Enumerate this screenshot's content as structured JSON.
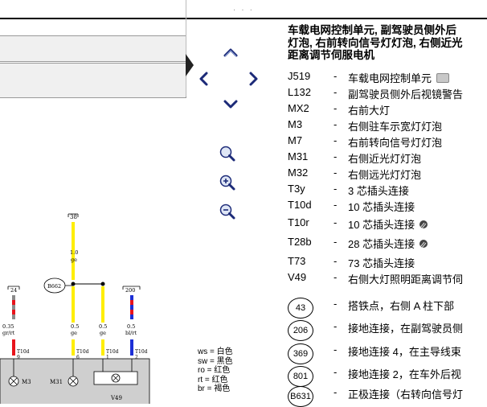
{
  "toolbar": {
    "dots": "· · ·"
  },
  "nav": {
    "up_icon": "chevron-up-icon",
    "down_icon": "chevron-down-icon",
    "left_icon": "chevron-left-icon",
    "right_icon": "chevron-right-icon",
    "zoom_fit_icon": "magnifier-icon",
    "zoom_in_icon": "zoom-in-icon",
    "zoom_out_icon": "zoom-out-icon"
  },
  "diagram": {
    "labels": {
      "t38": "38",
      "w38a": "1.0",
      "w38b": "ge",
      "t24": "24",
      "t200": "200",
      "b662": "B662",
      "wa1": "0.35",
      "wa2": "gr/rt",
      "wb1": "0.5",
      "wb2": "ge",
      "wc1": "0.5",
      "wc2": "ge",
      "wd1": "0.5",
      "wd2": "bl/rt",
      "c1": "T10d",
      "c1n": "9",
      "c2": "T10d",
      "c2n": "6",
      "c3": "T10d",
      "c3n": "1",
      "c4": "T10d",
      "c4n": "2",
      "m3": "M3",
      "m31": "M31",
      "v49": "V49"
    },
    "colors": {
      "yellow": "#ffee00",
      "red": "#e8141c",
      "blue": "#1c2fd6",
      "gray": "#8a8a8a",
      "box": "#cfcfcf"
    }
  },
  "legend": [
    "ws = 白色",
    "sw = 黑色",
    "ro = 红色",
    "rt  = 红色",
    "br = 褐色"
  ],
  "panel": {
    "title_lines": [
      "车载电网控制单元, 副驾驶员侧外后",
      "灯泡, 右前转向信号灯灯泡, 右侧近光",
      "距离调节伺服电机"
    ],
    "items": [
      {
        "code": "J519",
        "dash": "-",
        "desc": "车载电网控制单元"
      },
      {
        "code": "L132",
        "dash": "-",
        "desc": "副驾驶员侧外后视镜警告"
      },
      {
        "code": "MX2",
        "dash": "-",
        "desc": "右前大灯"
      },
      {
        "code": "M3",
        "dash": "-",
        "desc": "右侧驻车示宽灯灯泡"
      },
      {
        "code": "M7",
        "dash": "-",
        "desc": "右前转向信号灯灯泡"
      },
      {
        "code": "M31",
        "dash": "-",
        "desc": "右侧近光灯灯泡"
      },
      {
        "code": "M32",
        "dash": "-",
        "desc": "右侧远光灯灯泡"
      },
      {
        "code": "T3y",
        "dash": "-",
        "desc": "3 芯插头连接"
      },
      {
        "code": "T10d",
        "dash": "-",
        "desc": "10 芯插头连接"
      },
      {
        "code": "T10r",
        "dash": "-",
        "desc": "10 芯插头连接"
      },
      {
        "code": "T28b",
        "dash": "-",
        "desc": "28 芯插头连接"
      },
      {
        "code": "T73",
        "dash": "-",
        "desc": "73 芯插头连接"
      },
      {
        "code": "V49",
        "dash": "-",
        "desc": "右侧大灯照明距离调节伺"
      }
    ],
    "ground_items": [
      {
        "code": "43",
        "dash": "-",
        "desc": "搭铁点，右侧 A 柱下部"
      },
      {
        "code": "206",
        "dash": "-",
        "desc": "接地连接，在副驾驶员侧"
      },
      {
        "code": "369",
        "dash": "-",
        "desc": "接地连接 4，在主导线束"
      },
      {
        "code": "801",
        "dash": "-",
        "desc": "接地连接 2，在车外后视"
      },
      {
        "code": "B631",
        "dash": "-",
        "desc": "正极连接（右转向信号灯"
      }
    ]
  }
}
